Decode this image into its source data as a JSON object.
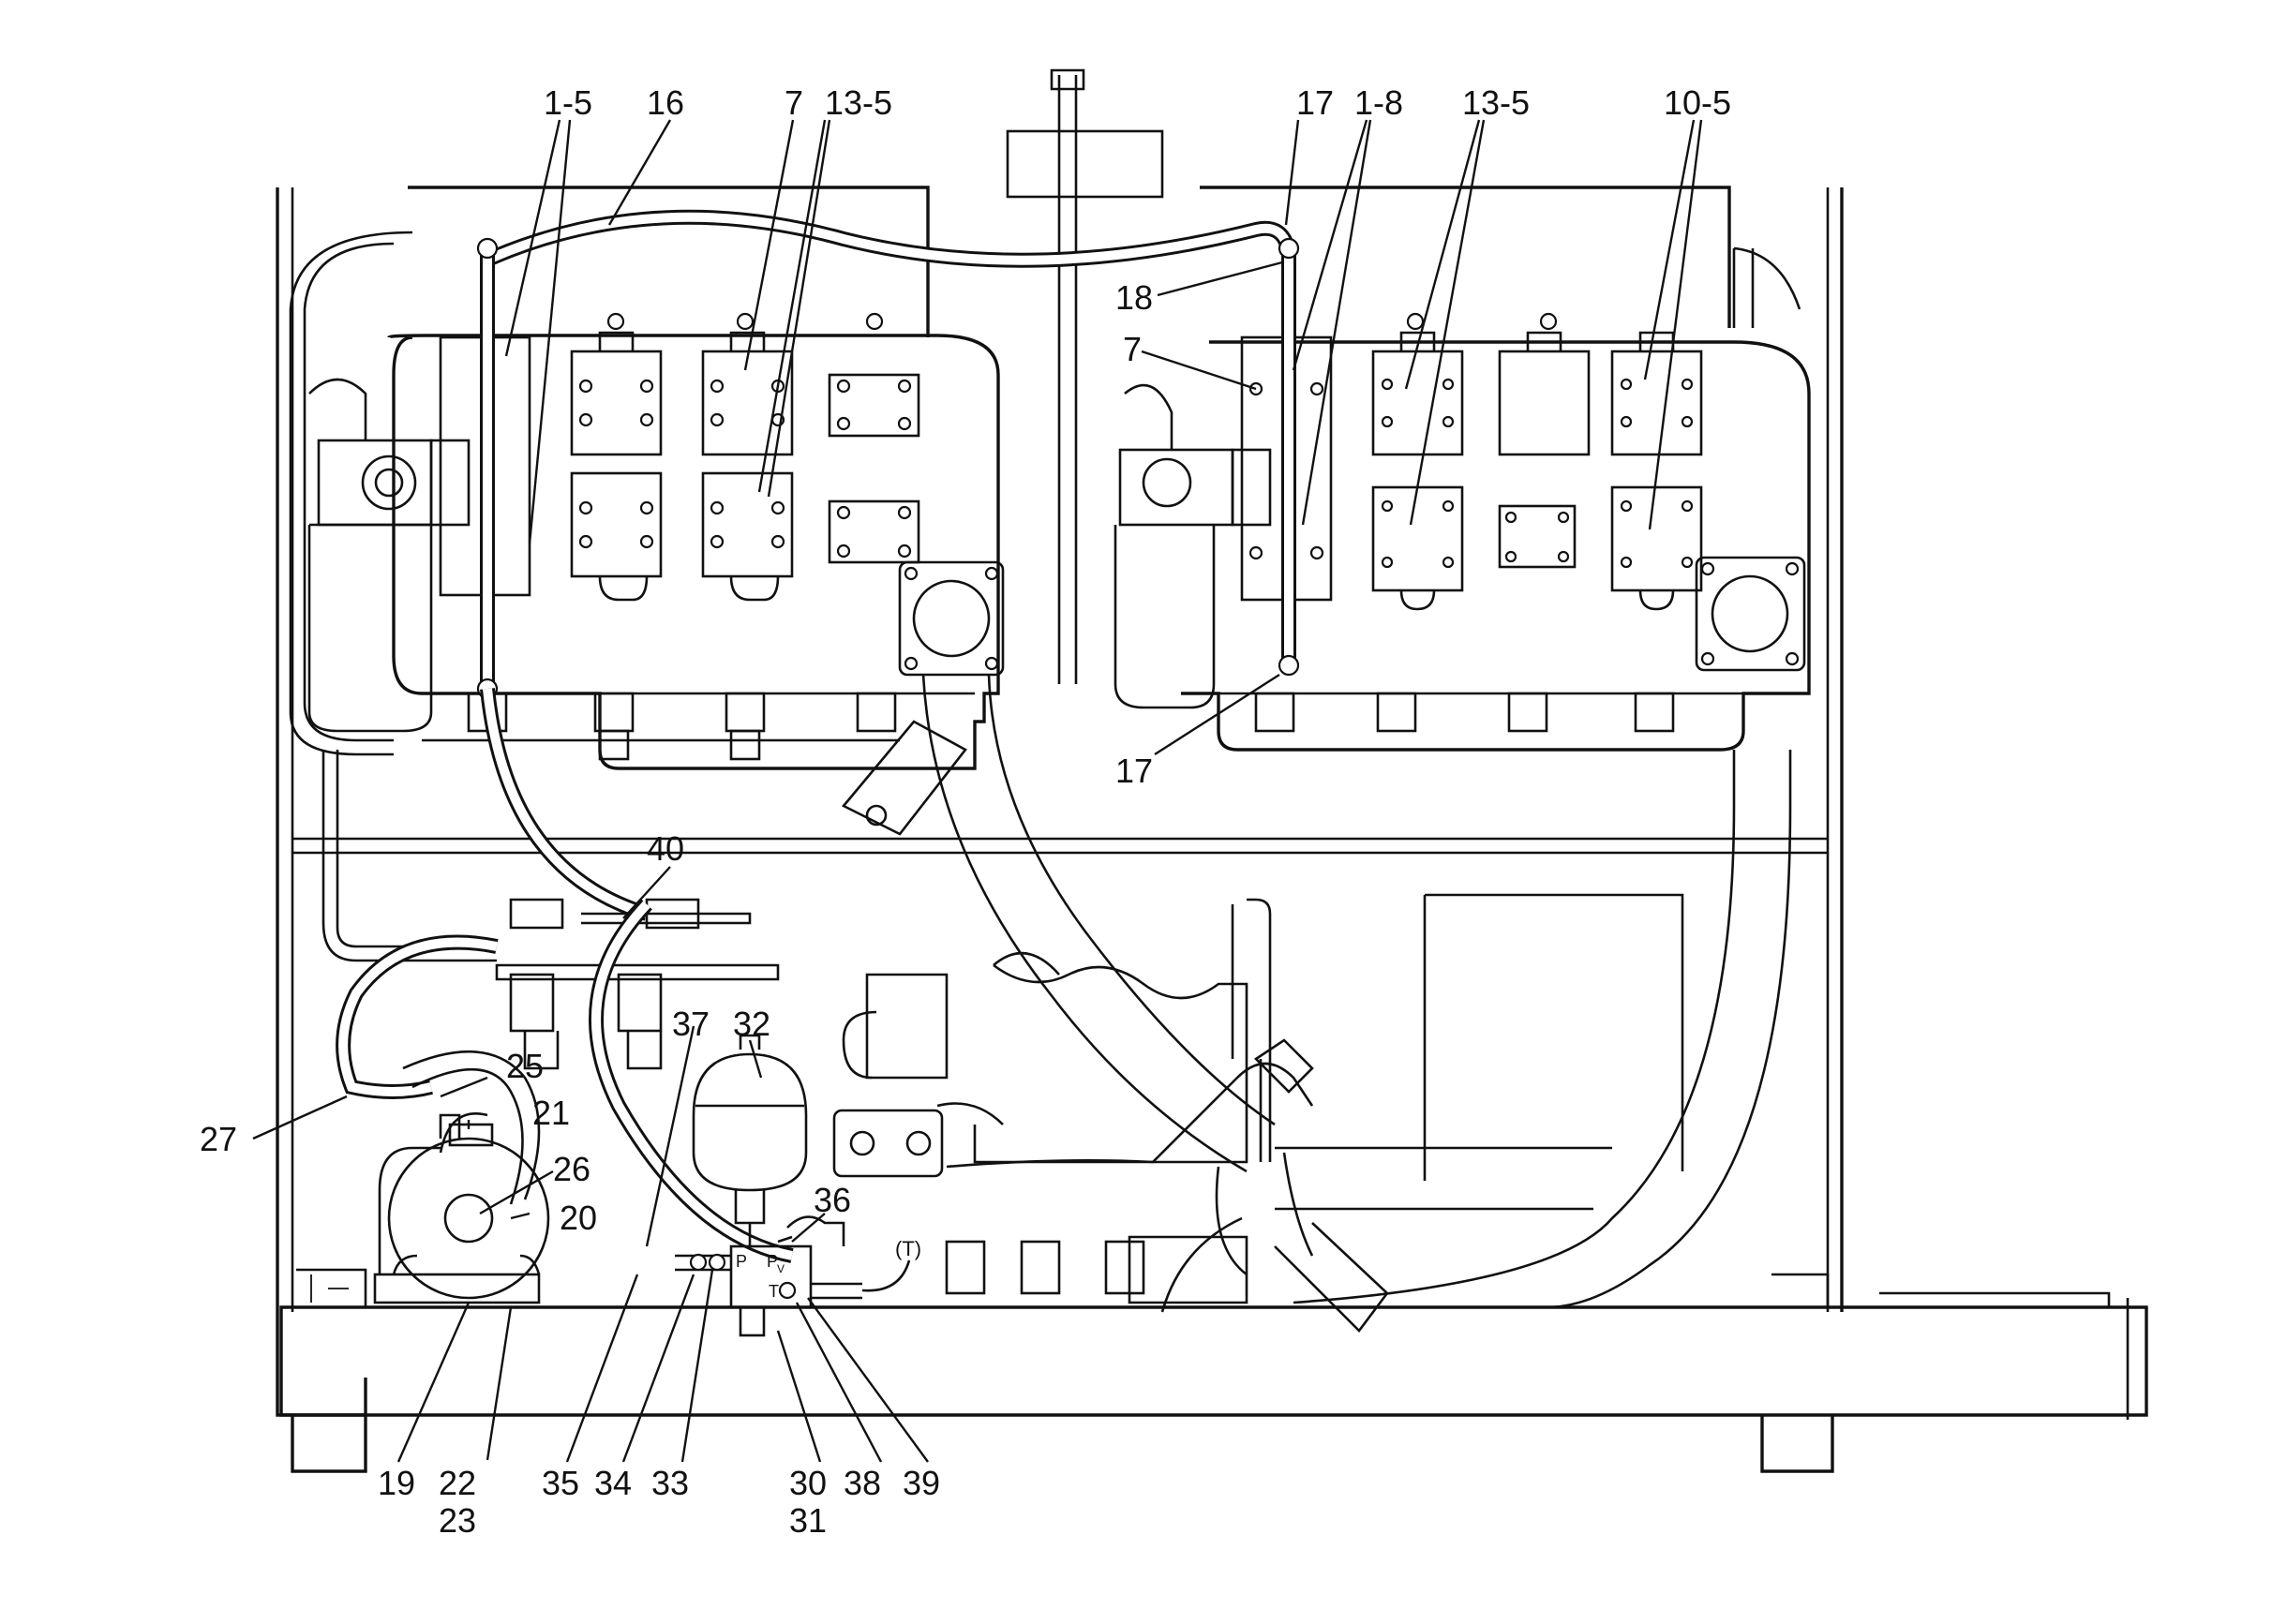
{
  "labels": {
    "l1_5": "1-5",
    "l16": "16",
    "l7_top": "7",
    "l13_5_left": "13-5",
    "l17_top": "17",
    "l1_8": "1-8",
    "l13_5_right": "13-5",
    "l10_5": "10-5",
    "l18": "18",
    "l7_right": "7",
    "l17_bottom": "17",
    "l40": "40",
    "l37": "37",
    "l32": "32",
    "l25": "25",
    "l27": "27",
    "l21": "21",
    "l26": "26",
    "l20": "20",
    "l36": "36",
    "l19": "19",
    "l22": "22",
    "l23": "23",
    "l35": "35",
    "l34": "34",
    "l33": "33",
    "l30": "30",
    "l31": "31",
    "l38": "38",
    "l39": "39"
  },
  "port_marks": {
    "p": "P",
    "pv": "P",
    "pv_sub": "V",
    "t": "T",
    "t_paren": "(T)"
  }
}
